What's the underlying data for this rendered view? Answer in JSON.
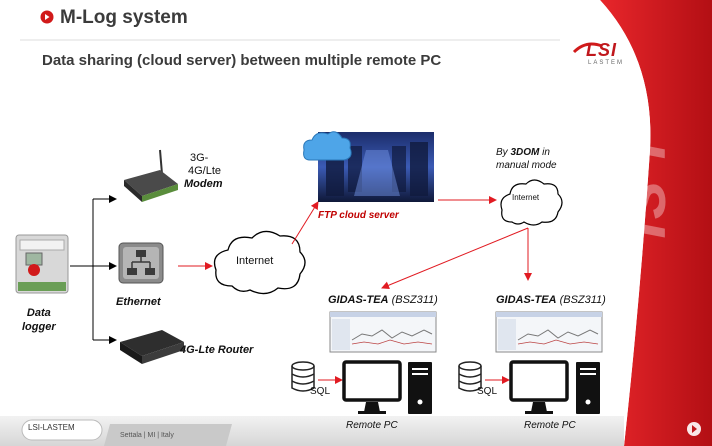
{
  "header": {
    "title": "M-Log system"
  },
  "subtitle": "Data sharing (cloud server) between multiple remote PC",
  "logo": {
    "text": "LSI",
    "subtext": "LASTEM"
  },
  "watermark": "LSI",
  "diagram": {
    "data_logger": {
      "line1": "Data",
      "line2": "logger"
    },
    "modem": {
      "line1": "3G-",
      "line2": "4G/Lte",
      "line3": "Modem"
    },
    "ethernet": "Ethernet",
    "router": "4G-Lte Router",
    "internet_left": "Internet",
    "ftp": "FTP cloud server",
    "dom_note": {
      "line1_pre": "By ",
      "line1_bold": "3DOM",
      "line1_post": " in",
      "line2": "manual mode"
    },
    "internet_right": "Internet",
    "gidas_left": {
      "name": "GIDAS-TEA",
      "code": "(BSZ311)"
    },
    "gidas_right": {
      "name": "GIDAS-TEA",
      "code": "(BSZ311)"
    },
    "sql_left": "SQL",
    "sql_right": "SQL",
    "remote_pc_left": "Remote PC",
    "remote_pc_right": "Remote PC"
  },
  "footer": {
    "tag": "LSI-LASTEM",
    "location": "Settala | MI | Italy"
  },
  "colors": {
    "accent_red": "#d11a1a",
    "arrow_red": "#e11b22",
    "title_gray": "#3b3b3b"
  }
}
